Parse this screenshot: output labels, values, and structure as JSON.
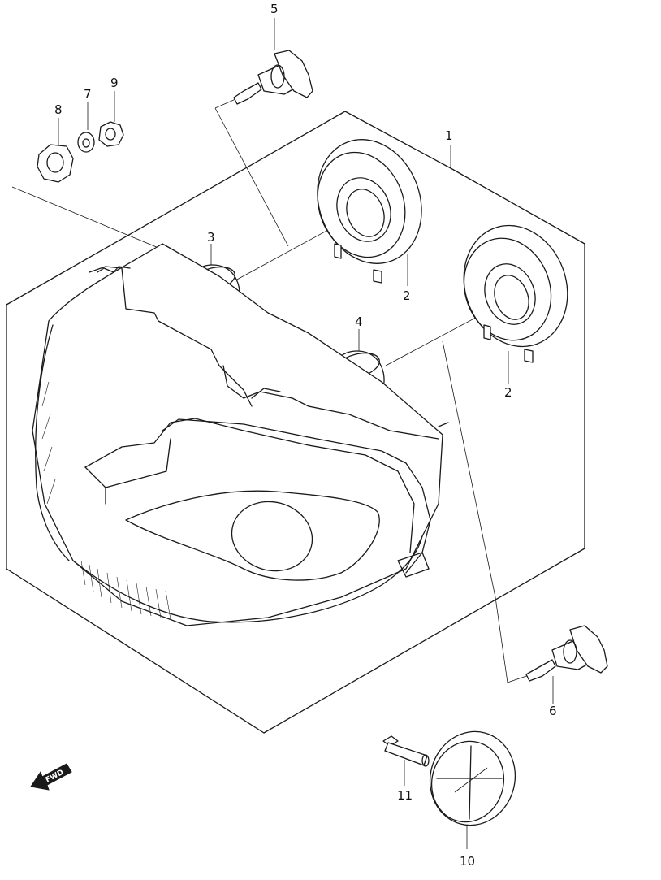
{
  "callouts": {
    "part_1": "1",
    "part_2_upper": "2",
    "part_2_lower": "2",
    "part_3": "3",
    "part_4": "4",
    "part_5": "5",
    "part_6": "6",
    "part_7": "7",
    "part_8": "8",
    "part_9": "9",
    "part_10": "10",
    "part_11": "11"
  },
  "fwd_arrow": {
    "label": "FWD"
  },
  "colors": {
    "line": "#1a1a1a",
    "background": "#ffffff"
  }
}
